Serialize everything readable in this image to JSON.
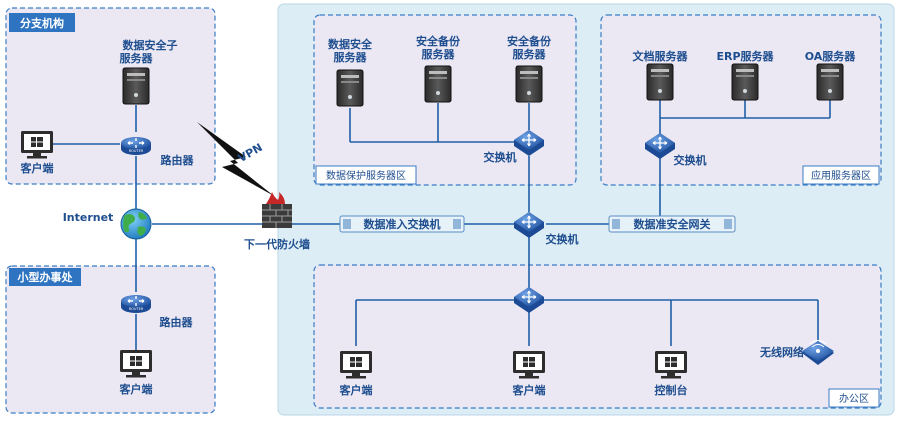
{
  "zones": {
    "branch": "分支机构",
    "small_office": "小型办事处",
    "data_protection": "数据保护服务器区",
    "app_servers": "应用服务器区",
    "office": "办公区"
  },
  "nodes": {
    "branch_server": [
      "数据安全子",
      "服务器"
    ],
    "branch_client": "客户端",
    "branch_router": "路由器",
    "internet": "Internet",
    "vpn": "VPN",
    "firewall": "下一代防火墙",
    "small_router": "路由器",
    "small_client": "客户端",
    "data_server": [
      "数据安全",
      "服务器"
    ],
    "backup_server_1": [
      "安全备份",
      "服务器"
    ],
    "backup_server_2": [
      "安全备份",
      "服务器"
    ],
    "dp_switch": "交换机",
    "doc_server": "文档服务器",
    "erp_server": "ERP服务器",
    "oa_server": "OA服务器",
    "app_switch": "交换机",
    "core_switch": "交换机",
    "access_gateway": "数据准入交换机",
    "security_gateway": "数据准安全网关",
    "office_client_1": "客户端",
    "office_client_2": "客户端",
    "console": "控制台",
    "wireless": "无线网络"
  },
  "colors": {
    "zone_fill": "#ebe8f3",
    "backbone_fill": "#dcedf5",
    "line": "#1f5fa8",
    "label": "#1f4e8f"
  }
}
